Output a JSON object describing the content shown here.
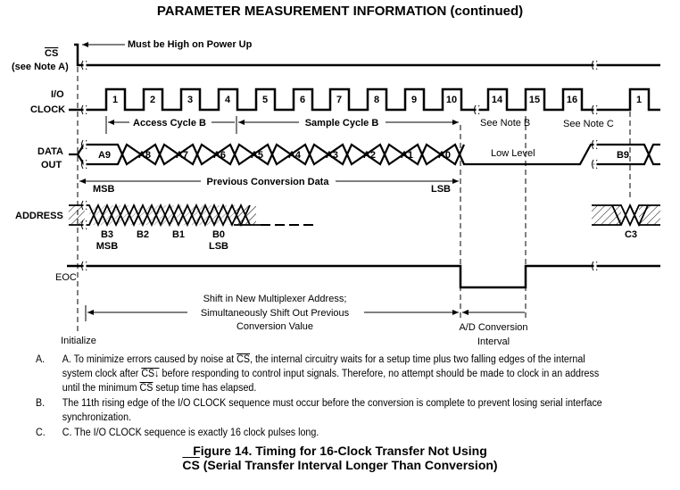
{
  "title": "PARAMETER MEASUREMENT INFORMATION (continued)",
  "signals": {
    "cs": "CS",
    "cs_note": "(see Note A)",
    "io": "I/O",
    "clock": "CLOCK",
    "data": "DATA",
    "out": "OUT",
    "address": "ADDRESS",
    "eoc": "EOC"
  },
  "annotations": {
    "must_be_high": "Must be High on Power Up",
    "access_cycle": "Access Cycle B",
    "sample_cycle": "Sample Cycle B",
    "see_note_b": "See Note B",
    "see_note_c": "See Note C",
    "low_level": "Low Level",
    "previous_data": "Previous Conversion Data",
    "msb": "MSB",
    "lsb": "LSB",
    "shift_1": "Shift in New Multiplexer Address;",
    "shift_2": "Simultaneously Shift Out Previous",
    "shift_3": "Conversion Value",
    "initialize": "Initialize",
    "ad_1": "A/D Conversion",
    "ad_2": "Interval"
  },
  "clock_pulses": [
    "1",
    "2",
    "3",
    "4",
    "5",
    "6",
    "7",
    "8",
    "9",
    "10",
    "14",
    "15",
    "16",
    "1"
  ],
  "data_bits": [
    "A9",
    "A8",
    "A7",
    "A6",
    "A5",
    "A4",
    "A3",
    "A2",
    "A1",
    "A0"
  ],
  "next_data_bit": "B9",
  "address_bits": [
    {
      "bit": "B3",
      "sub": "MSB"
    },
    {
      "bit": "B2",
      "sub": ""
    },
    {
      "bit": "B1",
      "sub": ""
    },
    {
      "bit": "B0",
      "sub": "LSB"
    }
  ],
  "next_address_bit": "C3",
  "notes": [
    {
      "letter": "A.",
      "p1": "A. To minimize errors caused by noise at ",
      "o1": "CS",
      "p2": ", the internal circuitry waits for a setup time plus two falling edges of the internal system clock after ",
      "o2": "CS↓",
      "p3": " before responding to control input signals. Therefore, no attempt should be made to clock in an address until the minimum ",
      "o3": "CS",
      "p4": " setup time has elapsed."
    },
    {
      "letter": "B.",
      "text": "The 11th rising edge of the I/O CLOCK sequence must occur before the conversion is complete to prevent losing serial interface synchronization."
    },
    {
      "letter": "C.",
      "text": "C. The I/O CLOCK sequence is exactly 16 clock pulses long."
    }
  ],
  "caption": {
    "line1": "Figure 14. Timing for 16-Clock Transfer Not Using",
    "cs": "CS",
    "line2": " (Serial Transfer Interval Longer Than Conversion)"
  }
}
